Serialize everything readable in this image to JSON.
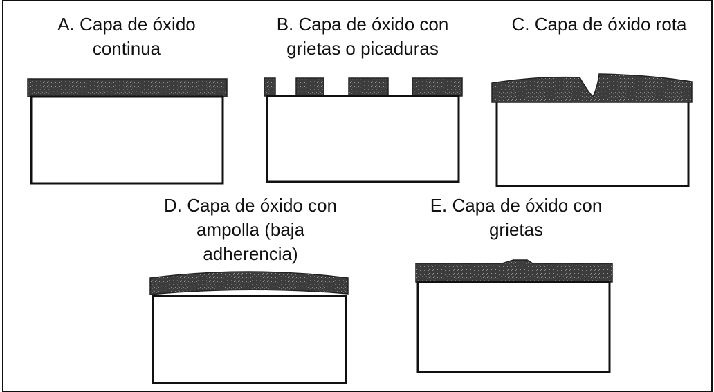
{
  "panels": {
    "a": {
      "line1": "A. Capa de óxido",
      "line2": "continua"
    },
    "b": {
      "line1": "B. Capa de óxido con",
      "line2": "grietas o picaduras"
    },
    "c": {
      "line1": "C. Capa de óxido rota"
    },
    "d": {
      "line1": "D. Capa de óxido con",
      "line2": "ampolla (baja",
      "line3": "adherencia)"
    },
    "e": {
      "line1": "E. Capa de óxido con",
      "line2": "grietas"
    }
  },
  "colors": {
    "oxide": "#3c3c3c",
    "oxide_speckle": "#8a8a8a",
    "substrate": "#ffffff",
    "outline": "#111111"
  }
}
